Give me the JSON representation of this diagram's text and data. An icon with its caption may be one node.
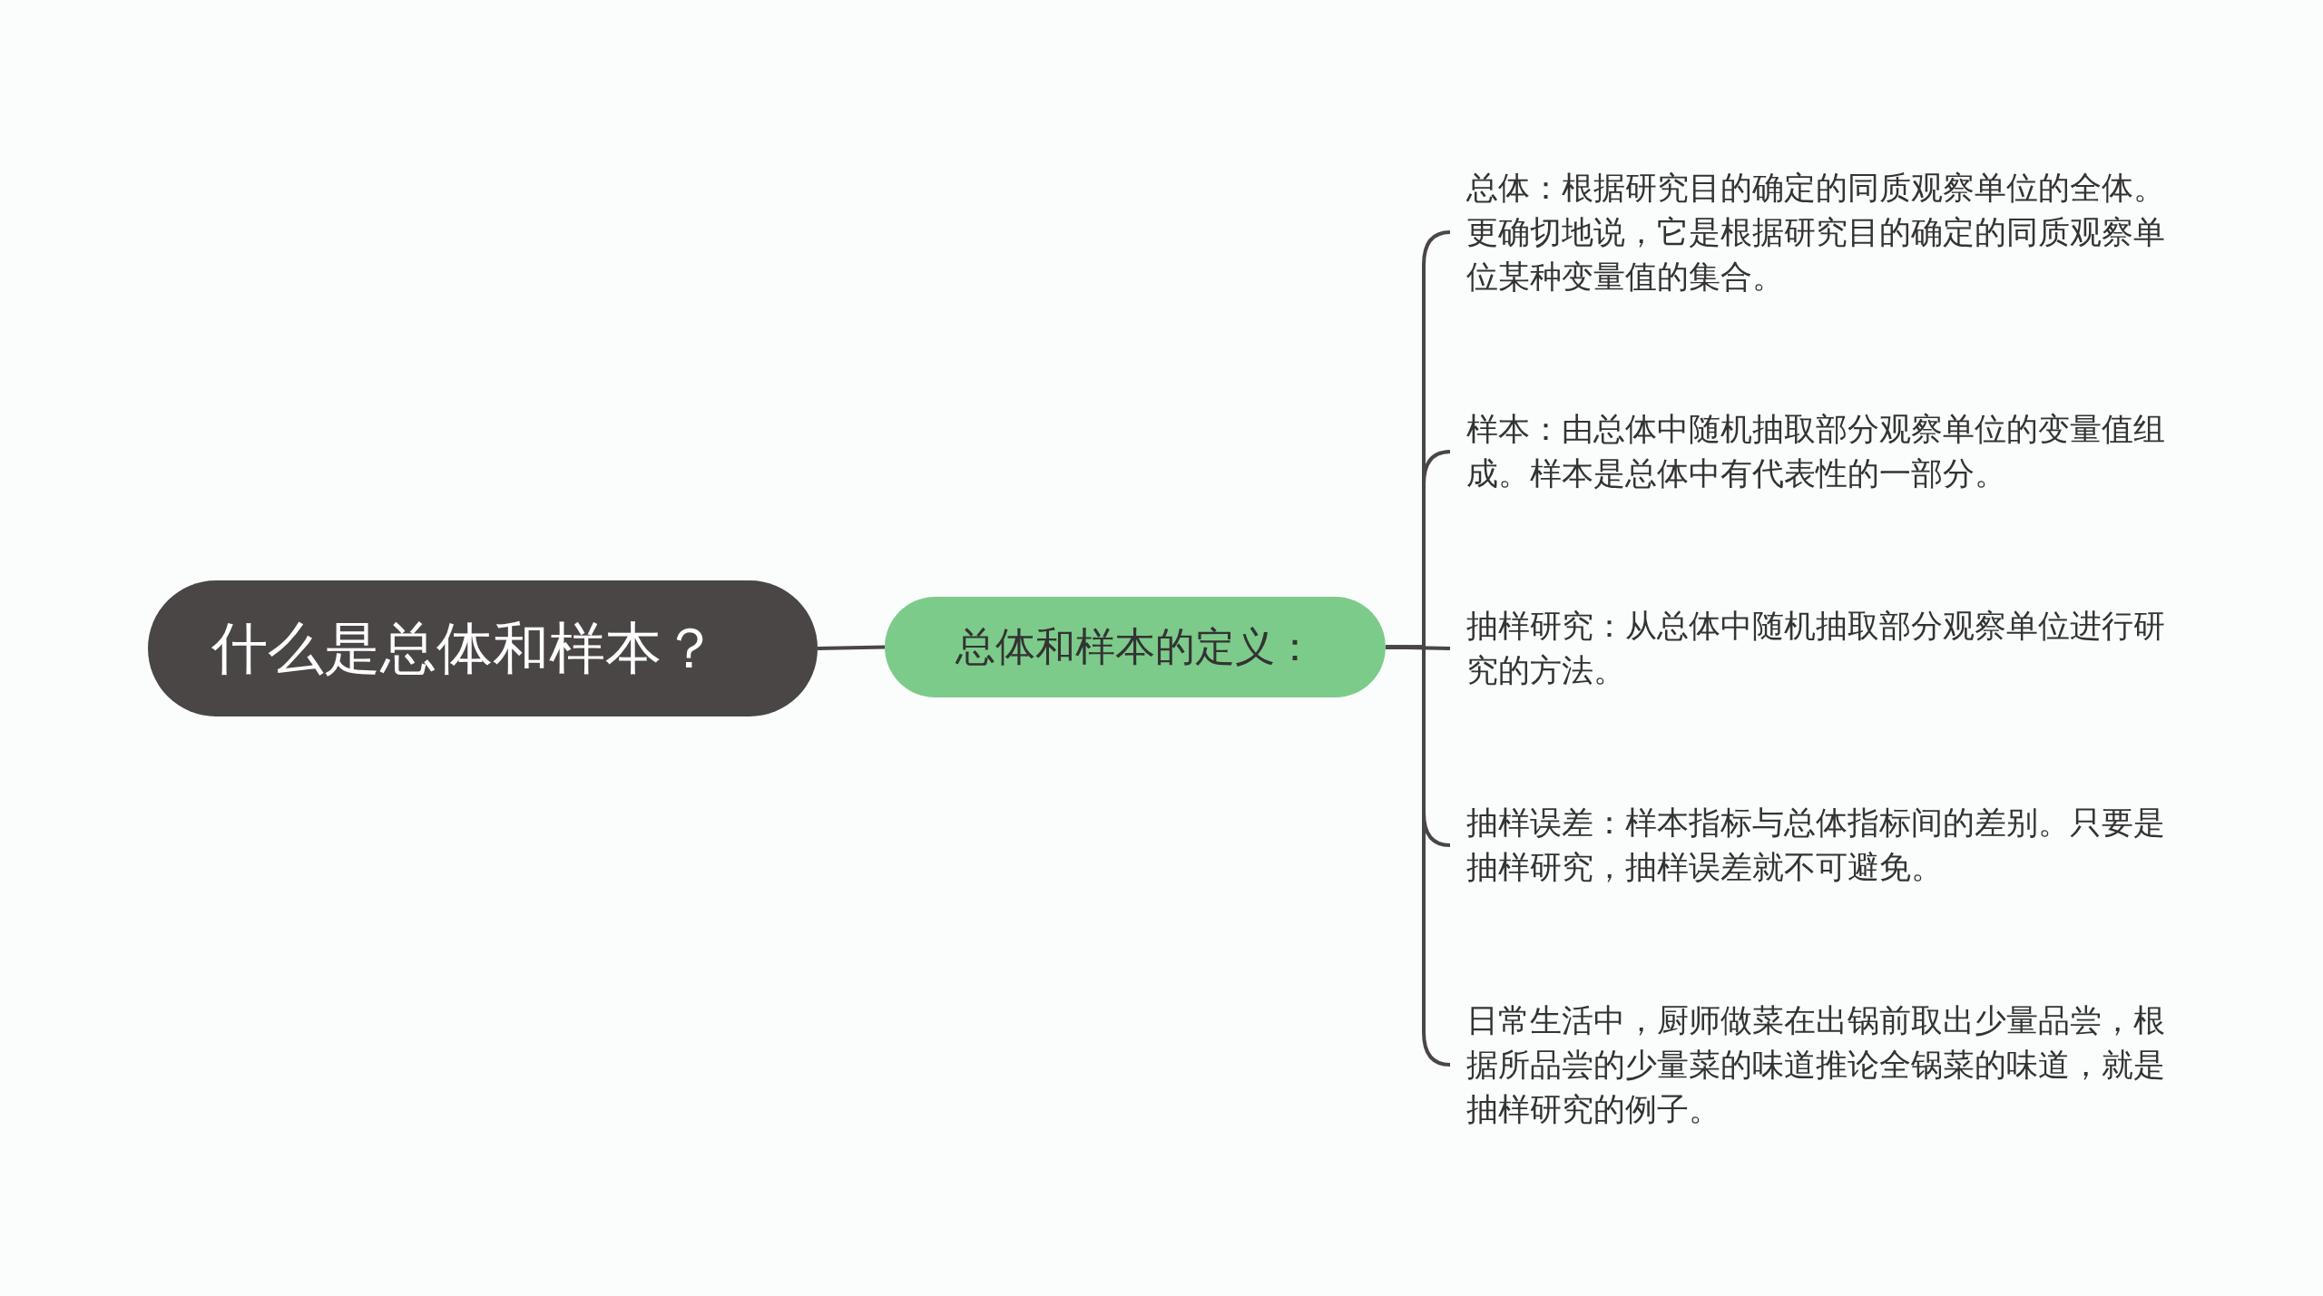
{
  "diagram": {
    "nodes": [
      {
        "text": [
          "什么是总体和样本？"
        ]
      },
      {
        "text": [
          "总体和样本的定义："
        ]
      },
      {
        "text": [
          "总体：根据研究目的确定的同质观察单位的全体。更确切地说，它是根据研究目的确定的同质观察单位某种变量值的集合。"
        ]
      },
      {
        "text": [
          "样本：由总体中随机抽取部分观察单位的变量值组成。样本是总体中有代表性的一部分。"
        ]
      },
      {
        "text": [
          "抽样研究：从总体中随机抽取部分观察单位进行研究的方法。"
        ]
      },
      {
        "text": [
          "抽样误差：样本指标与总体指标间的差别。只要是抽样研究，抽样误差就不可避免。"
        ]
      },
      {
        "text": [
          "日常生活中，厨师做菜在出锅前取出少量品尝，根据所品尝的少量菜的味道推论全锅菜的味道，就是抽样研究的例子。"
        ]
      }
    ],
    "edges": [
      {
        "from": 0,
        "to": 1,
        "arrow": "none"
      },
      {
        "from": 1,
        "to": 2,
        "arrow": "none"
      },
      {
        "from": 1,
        "to": 3,
        "arrow": "none"
      },
      {
        "from": 1,
        "to": 4,
        "arrow": "none"
      },
      {
        "from": 1,
        "to": 5,
        "arrow": "none"
      },
      {
        "from": 1,
        "to": 6,
        "arrow": "none"
      }
    ]
  }
}
